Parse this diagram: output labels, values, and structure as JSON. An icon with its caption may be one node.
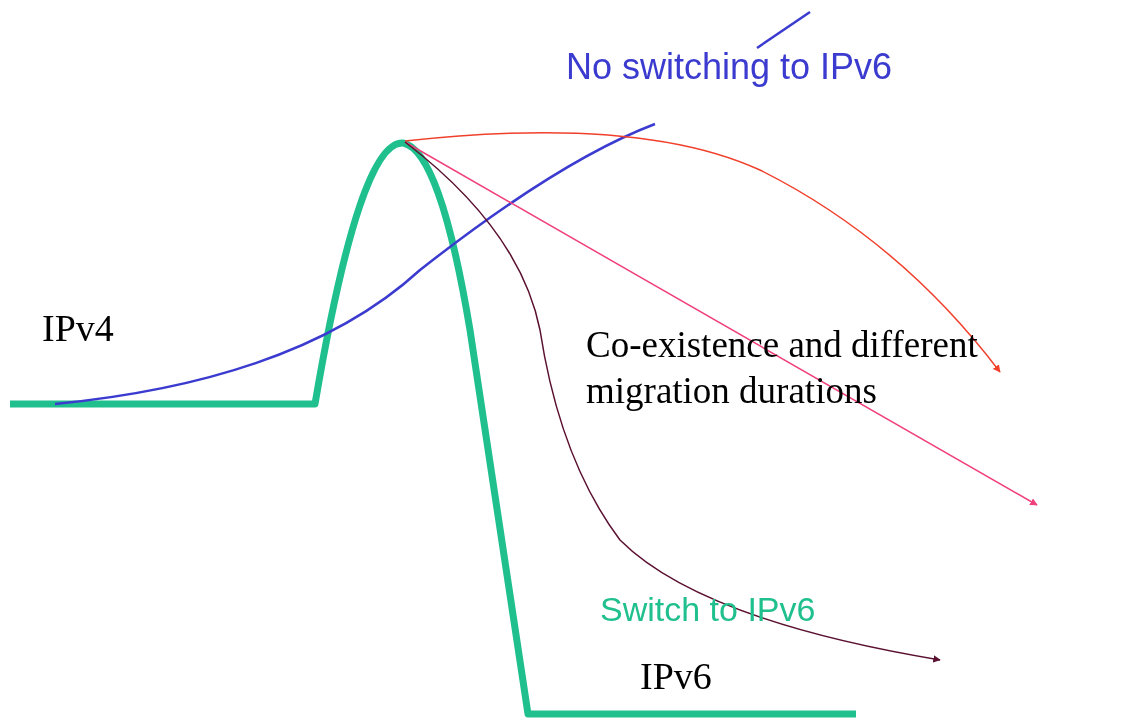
{
  "diagram": {
    "labels": [
      "No switching to IPv6",
      "IPv4",
      "Co-existence and different migration durations",
      "Switch to IPv6",
      "IPv6"
    ]
  }
}
